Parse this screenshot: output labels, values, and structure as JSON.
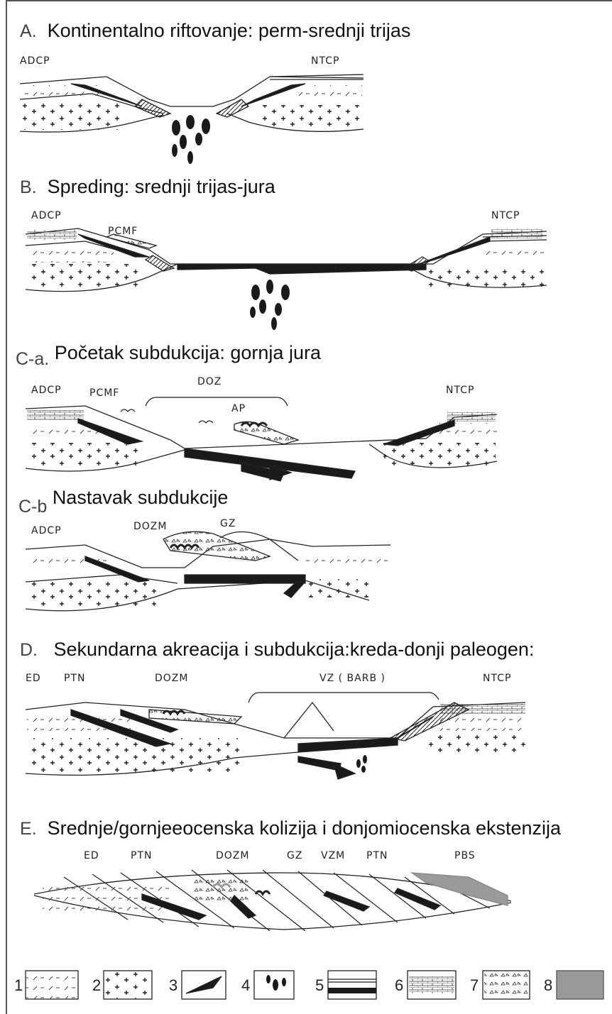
{
  "panels": {
    "a": {
      "letter": "A.",
      "title": "Kontinentalno riftovanje: perm-srednji trijas",
      "labels": [
        "ADCP",
        "NTCP"
      ]
    },
    "b": {
      "letter": "B.",
      "title": "Spreding: srednji trijas-jura",
      "labels": [
        "ADCP",
        "PCMF",
        "NTCP"
      ]
    },
    "ca": {
      "letter": "C-a.",
      "title": "Početak subdukcija: gornja jura",
      "labels": [
        "ADCP",
        "PCMF",
        "DOZ",
        "AP",
        "NTCP"
      ]
    },
    "cb": {
      "letter": "C-b",
      "title": "Nastavak subdukcije",
      "labels": [
        "ADCP",
        "DOZM",
        "GZ"
      ]
    },
    "d": {
      "letter": "D.",
      "title": "Sekundarna akreacija i subdukcija:kreda-donji paleogen:",
      "labels": [
        "ED",
        "PTN",
        "DOZM",
        "VZ ( BARB )",
        "NTCP"
      ]
    },
    "e": {
      "letter": "E.",
      "title": "Srednje/gornjeeocenska kolizija i donjomiocenska ekstenzija",
      "labels": [
        "ED",
        "PTN",
        "DOZM",
        "GZ",
        "VZM",
        "PTN",
        "PBS"
      ]
    }
  },
  "legend": [
    "1",
    "2",
    "3",
    "4",
    "5",
    "6",
    "7",
    "8"
  ],
  "colors": {
    "ink": "#1a1a1a",
    "grey_fill": "#9a9a9a",
    "line": "#333333"
  }
}
